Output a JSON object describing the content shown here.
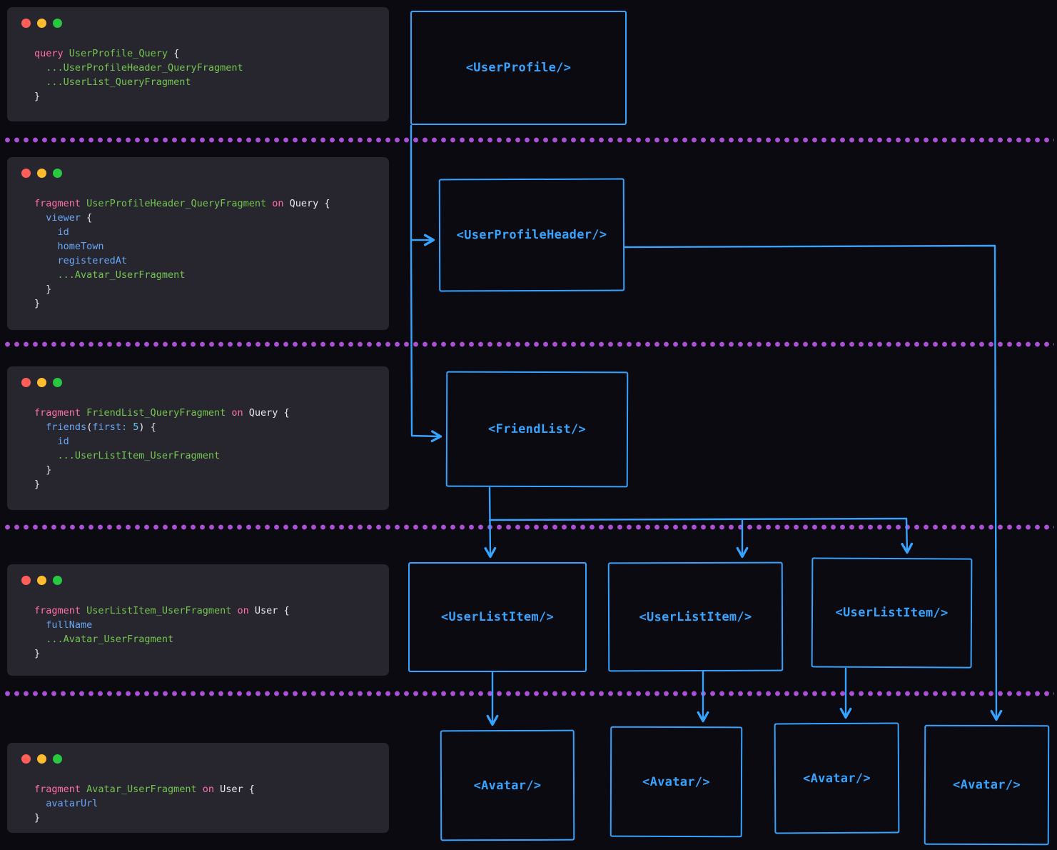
{
  "theme": {
    "bg": "#0a0a10",
    "window_bg": "#27262f",
    "blue": "#36a3ff",
    "purple": "#ae4fd9",
    "tok_kw": "#ff6fa9",
    "tok_green": "#74c54f",
    "tok_field": "#68a7f5",
    "tok_num": "#63c5ea",
    "tok_plain": "#e9e9f2",
    "light_red": "#ff5f57",
    "light_yellow": "#febc2e",
    "light_green": "#28c840"
  },
  "windows": [
    {
      "name": "query-user-profile",
      "lines": [
        [
          {
            "t": "query ",
            "c": "kw"
          },
          {
            "t": "UserProfile_Query",
            "c": "green"
          },
          {
            "t": " {",
            "c": "plain"
          }
        ],
        [
          {
            "t": "  ",
            "c": "plain"
          },
          {
            "t": "...UserProfileHeader_QueryFragment",
            "c": "green"
          }
        ],
        [
          {
            "t": "  ",
            "c": "plain"
          },
          {
            "t": "...UserList_QueryFragment",
            "c": "green"
          }
        ],
        [
          {
            "t": "}",
            "c": "plain"
          }
        ]
      ]
    },
    {
      "name": "fragment-user-profile-header",
      "lines": [
        [
          {
            "t": "fragment ",
            "c": "kw"
          },
          {
            "t": "UserProfileHeader_QueryFragment",
            "c": "green"
          },
          {
            "t": " on ",
            "c": "kw"
          },
          {
            "t": "Query {",
            "c": "plain"
          }
        ],
        [
          {
            "t": "  ",
            "c": "plain"
          },
          {
            "t": "viewer",
            "c": "field"
          },
          {
            "t": " {",
            "c": "plain"
          }
        ],
        [
          {
            "t": "    ",
            "c": "plain"
          },
          {
            "t": "id",
            "c": "field"
          }
        ],
        [
          {
            "t": "    ",
            "c": "plain"
          },
          {
            "t": "homeTown",
            "c": "field"
          }
        ],
        [
          {
            "t": "    ",
            "c": "plain"
          },
          {
            "t": "registeredAt",
            "c": "field"
          }
        ],
        [
          {
            "t": "    ",
            "c": "plain"
          },
          {
            "t": "...Avatar_UserFragment",
            "c": "green"
          }
        ],
        [
          {
            "t": "  }",
            "c": "plain"
          }
        ],
        [
          {
            "t": "}",
            "c": "plain"
          }
        ]
      ]
    },
    {
      "name": "fragment-friend-list",
      "lines": [
        [
          {
            "t": "fragment ",
            "c": "kw"
          },
          {
            "t": "FriendList_QueryFragment",
            "c": "green"
          },
          {
            "t": " on ",
            "c": "kw"
          },
          {
            "t": "Query {",
            "c": "plain"
          }
        ],
        [
          {
            "t": "  ",
            "c": "plain"
          },
          {
            "t": "friends",
            "c": "field"
          },
          {
            "t": "(",
            "c": "plain"
          },
          {
            "t": "first:",
            "c": "field"
          },
          {
            "t": " ",
            "c": "plain"
          },
          {
            "t": "5",
            "c": "num"
          },
          {
            "t": ") {",
            "c": "plain"
          }
        ],
        [
          {
            "t": "    ",
            "c": "plain"
          },
          {
            "t": "id",
            "c": "field"
          }
        ],
        [
          {
            "t": "    ",
            "c": "plain"
          },
          {
            "t": "...UserListItem_UserFragment",
            "c": "green"
          }
        ],
        [
          {
            "t": "  }",
            "c": "plain"
          }
        ],
        [
          {
            "t": "}",
            "c": "plain"
          }
        ]
      ]
    },
    {
      "name": "fragment-user-list-item",
      "lines": [
        [
          {
            "t": "fragment ",
            "c": "kw"
          },
          {
            "t": "UserListItem_UserFragment",
            "c": "green"
          },
          {
            "t": " on ",
            "c": "kw"
          },
          {
            "t": "User {",
            "c": "plain"
          }
        ],
        [
          {
            "t": "  ",
            "c": "plain"
          },
          {
            "t": "fullName",
            "c": "field"
          }
        ],
        [
          {
            "t": "  ",
            "c": "plain"
          },
          {
            "t": "...Avatar_UserFragment",
            "c": "green"
          }
        ],
        [
          {
            "t": "}",
            "c": "plain"
          }
        ]
      ]
    },
    {
      "name": "fragment-avatar",
      "lines": [
        [
          {
            "t": "fragment ",
            "c": "kw"
          },
          {
            "t": "Avatar_UserFragment",
            "c": "green"
          },
          {
            "t": " on ",
            "c": "kw"
          },
          {
            "t": "User {",
            "c": "plain"
          }
        ],
        [
          {
            "t": "  ",
            "c": "plain"
          },
          {
            "t": "avatarUrl",
            "c": "field"
          }
        ],
        [
          {
            "t": "}",
            "c": "plain"
          }
        ]
      ]
    }
  ],
  "components": [
    {
      "label": "<UserProfile/>"
    },
    {
      "label": "<UserProfileHeader/>"
    },
    {
      "label": "<FriendList/>"
    },
    {
      "label": "<UserListItem/>"
    },
    {
      "label": "<UserListItem/>"
    },
    {
      "label": "<UserListItem/>"
    },
    {
      "label": "<Avatar/>"
    },
    {
      "label": "<Avatar/>"
    },
    {
      "label": "<Avatar/>"
    },
    {
      "label": "<Avatar/>"
    }
  ]
}
